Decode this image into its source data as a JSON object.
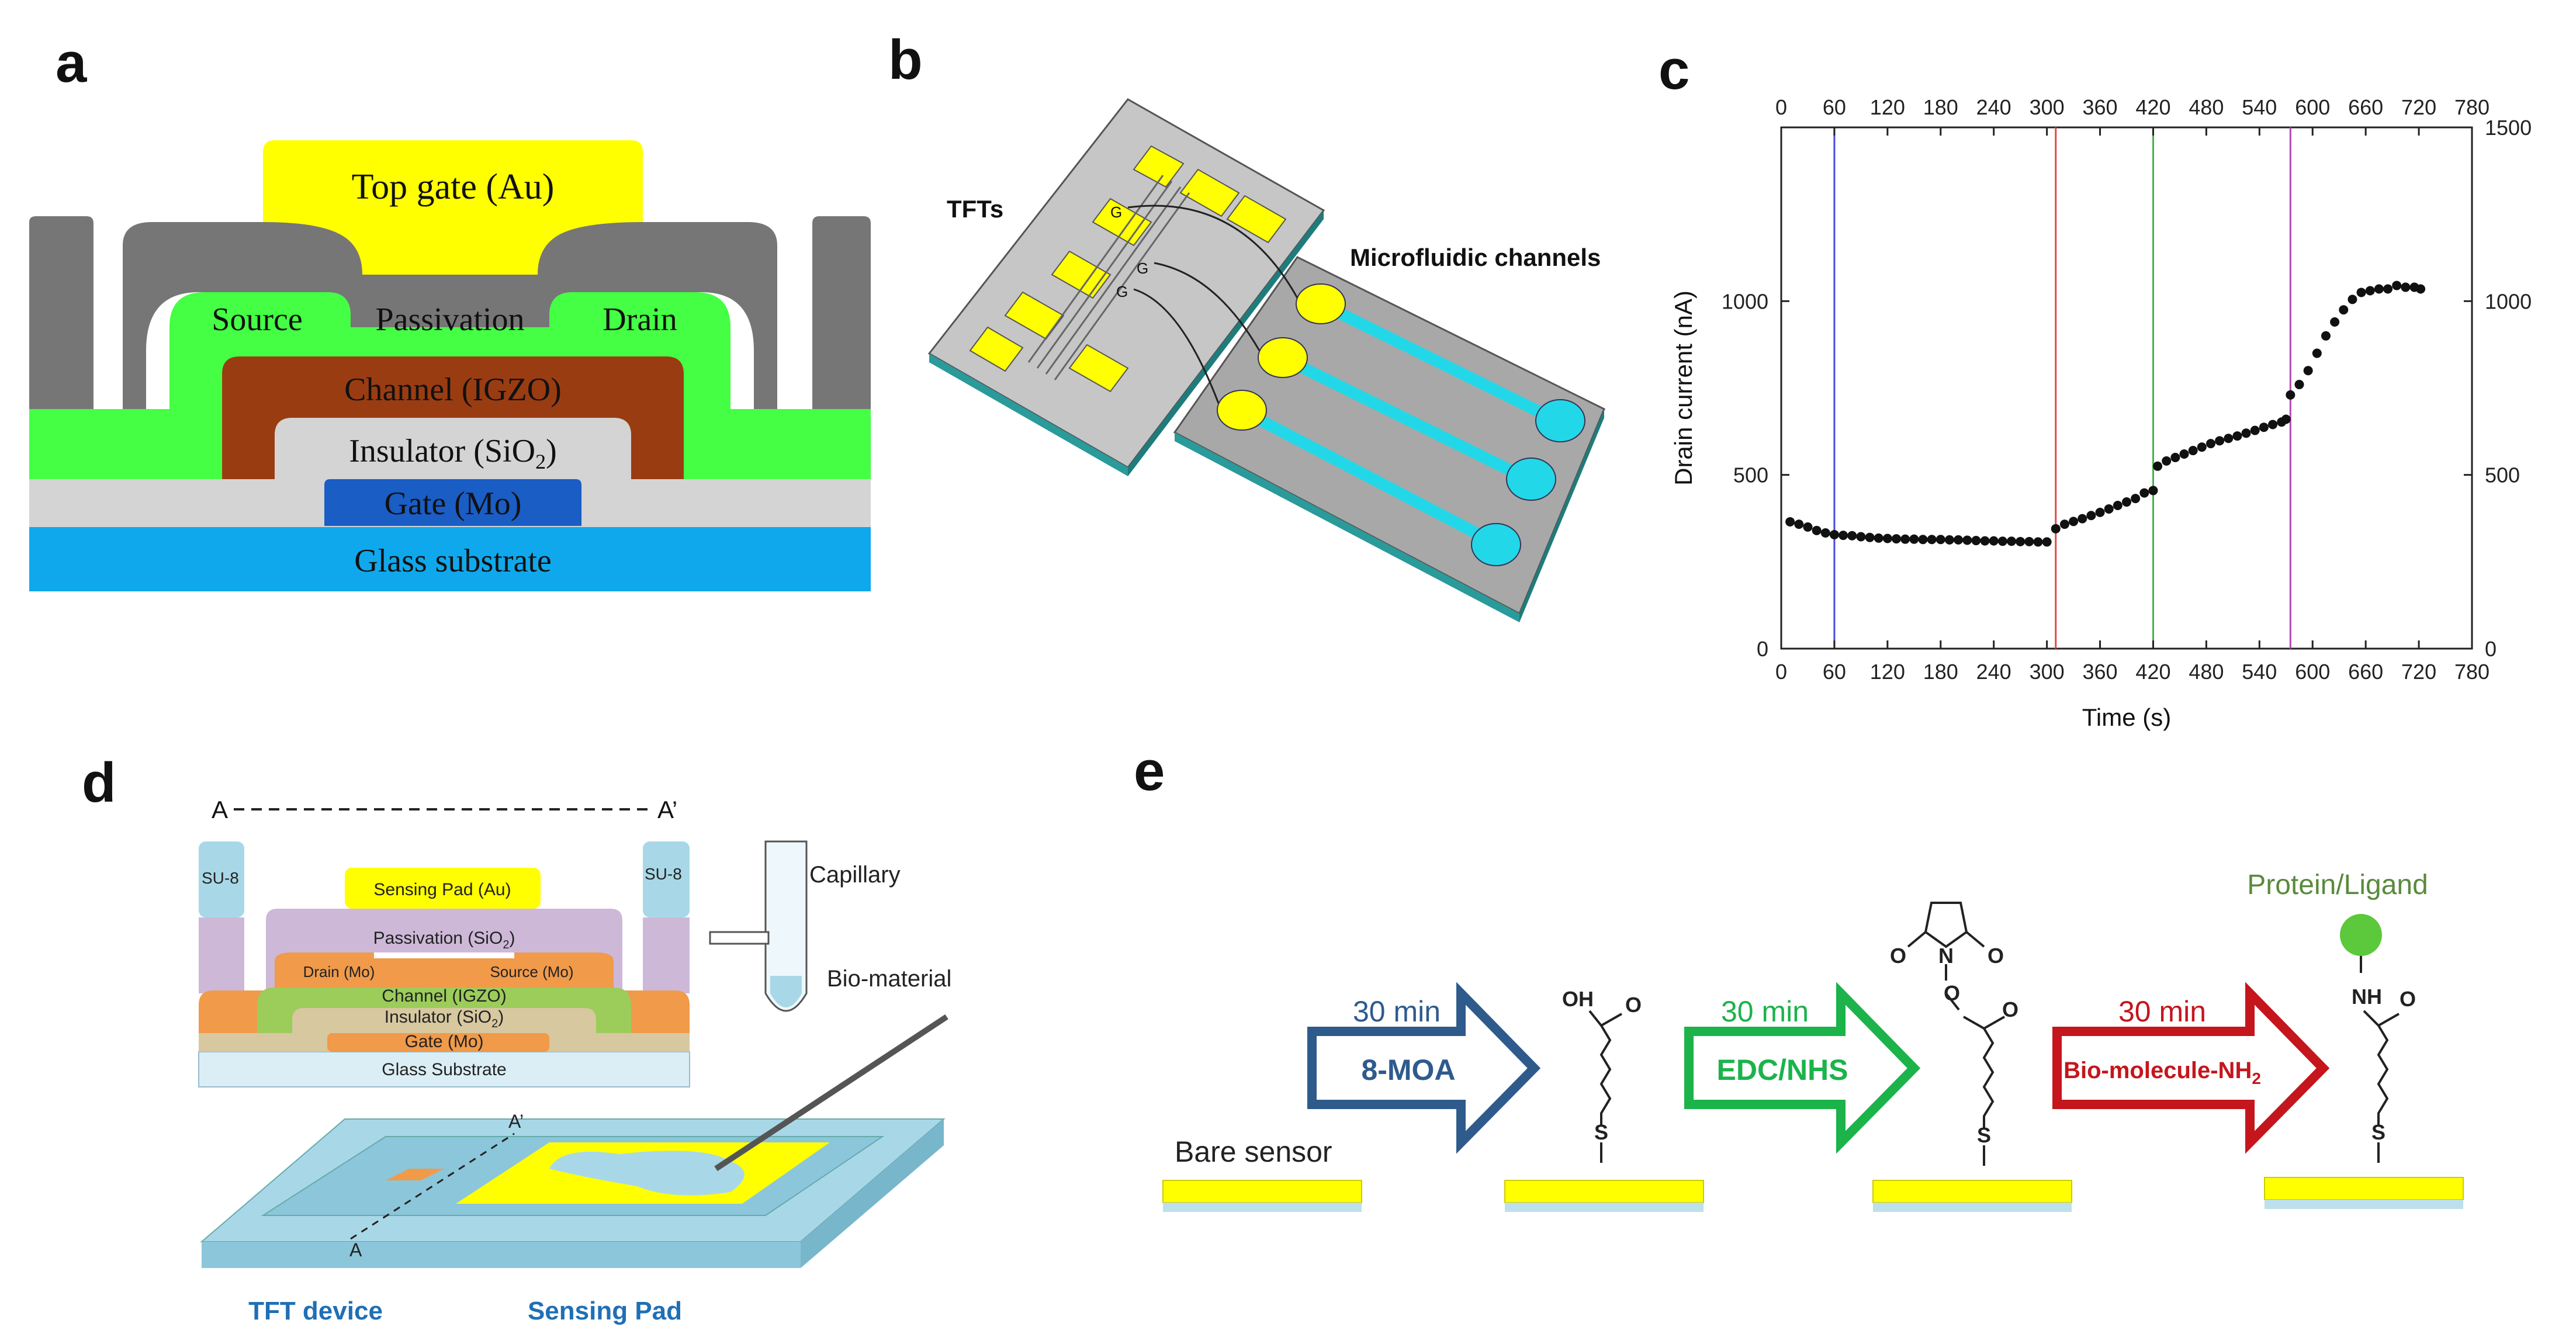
{
  "panels": {
    "a": {
      "label": "a",
      "layers": {
        "top_gate": "Top gate (Au)",
        "source": "Source",
        "passivation": "Passivation",
        "drain": "Drain",
        "channel": "Channel (IGZO)",
        "insulator": "Insulator (SiO",
        "insulator_sub": "2",
        "insulator_end": ")",
        "gate": "Gate (Mo)",
        "substrate": "Glass substrate"
      }
    },
    "b": {
      "label": "b",
      "tfts_label": "TFTs",
      "microfluidic_label": "Microfluidic channels",
      "g_label": "G"
    },
    "c": {
      "label": "c"
    },
    "d": {
      "label": "d",
      "a_left": "A",
      "a_right": "A’",
      "su8": "SU-8",
      "sensing_pad_au": "Sensing Pad (Au)",
      "passivation": "Passivation (SiO",
      "passivation_sub": "2",
      "passivation_end": ")",
      "drain": "Drain (Mo)",
      "source": "Source (Mo)",
      "channel": "Channel (IGZO)",
      "insulator": "Insulator (SiO",
      "insulator_sub": "2",
      "insulator_end": ")",
      "gate": "Gate (Mo)",
      "glass": "Glass Substrate",
      "capillary": "Capillary",
      "biomaterial": "Bio-material",
      "a_prime_bottom": "A’",
      "a_bottom": "A",
      "tft_device": "TFT device",
      "sensing_pad": "Sensing Pad"
    },
    "e": {
      "label": "e",
      "bare_sensor": "Bare sensor",
      "step1_time": "30 min",
      "step1_reagent": "8-MOA",
      "step2_time": "30 min",
      "step2_reagent": "EDC/NHS",
      "step3_time": "30 min",
      "step3_reagent": "Bio-molecule-NH",
      "step3_sub": "2",
      "protein_ligand": "Protein/Ligand",
      "oh": "OH",
      "o": "O",
      "s": "S",
      "n": "N",
      "nh": "NH"
    }
  },
  "colors": {
    "yellow": "#ffff00",
    "gray": "#767676",
    "green": "#44ff44",
    "brown": "#9a3c12",
    "light_gray": "#d4d4d4",
    "blue": "#1a5dc4",
    "cyan": "#10a8ec",
    "aqua": "#22d8e8",
    "arrow_blue": "#2e5b8c",
    "arrow_green": "#1bb34a",
    "arrow_red": "#c4161c",
    "text_blue": "#1f6fb5",
    "text_green_ligand": "#5a8a3c"
  },
  "chart_data": {
    "type": "scatter",
    "title": "",
    "xlabel": "Time (s)",
    "ylabel": "Drain current (nA)",
    "xlim": [
      0,
      780
    ],
    "ylim": [
      0,
      1500
    ],
    "x_ticks": [
      0,
      60,
      120,
      180,
      240,
      300,
      360,
      420,
      480,
      540,
      600,
      660,
      720,
      780
    ],
    "y_ticks": [
      0,
      500,
      1000
    ],
    "right_y_ticks": [
      0,
      500,
      1000,
      1500
    ],
    "top_x_ticks": [
      0,
      60,
      120,
      180,
      240,
      300,
      360,
      420,
      480,
      540,
      600,
      660,
      720,
      780
    ],
    "vlines": [
      {
        "x": 60,
        "color": "#4a4ae0"
      },
      {
        "x": 310,
        "color": "#e04a4a"
      },
      {
        "x": 420,
        "color": "#4ab04a"
      },
      {
        "x": 575,
        "color": "#b04ab0"
      }
    ],
    "grid": false,
    "series": [
      {
        "points": [
          [
            10,
            365
          ],
          [
            20,
            358
          ],
          [
            30,
            350
          ],
          [
            40,
            340
          ],
          [
            50,
            333
          ],
          [
            60,
            328
          ],
          [
            70,
            326
          ],
          [
            80,
            325
          ],
          [
            90,
            322
          ],
          [
            100,
            320
          ],
          [
            110,
            318
          ],
          [
            120,
            317
          ],
          [
            130,
            316
          ],
          [
            140,
            315
          ],
          [
            150,
            315
          ],
          [
            160,
            314
          ],
          [
            170,
            314
          ],
          [
            180,
            314
          ],
          [
            190,
            313
          ],
          [
            200,
            313
          ],
          [
            210,
            312
          ],
          [
            220,
            311
          ],
          [
            230,
            310
          ],
          [
            240,
            310
          ],
          [
            250,
            309
          ],
          [
            260,
            309
          ],
          [
            270,
            308
          ],
          [
            280,
            308
          ],
          [
            290,
            307
          ],
          [
            300,
            307
          ],
          [
            310,
            345
          ],
          [
            320,
            358
          ],
          [
            330,
            366
          ],
          [
            340,
            374
          ],
          [
            350,
            383
          ],
          [
            360,
            392
          ],
          [
            370,
            402
          ],
          [
            380,
            412
          ],
          [
            390,
            422
          ],
          [
            400,
            432
          ],
          [
            410,
            448
          ],
          [
            420,
            455
          ],
          [
            425,
            525
          ],
          [
            435,
            540
          ],
          [
            445,
            550
          ],
          [
            455,
            560
          ],
          [
            465,
            570
          ],
          [
            475,
            580
          ],
          [
            485,
            590
          ],
          [
            495,
            598
          ],
          [
            505,
            605
          ],
          [
            515,
            612
          ],
          [
            525,
            620
          ],
          [
            535,
            628
          ],
          [
            545,
            637
          ],
          [
            555,
            645
          ],
          [
            565,
            652
          ],
          [
            570,
            660
          ],
          [
            575,
            730
          ],
          [
            585,
            760
          ],
          [
            595,
            800
          ],
          [
            605,
            850
          ],
          [
            615,
            900
          ],
          [
            625,
            940
          ],
          [
            635,
            975
          ],
          [
            645,
            1005
          ],
          [
            655,
            1025
          ],
          [
            665,
            1030
          ],
          [
            675,
            1035
          ],
          [
            685,
            1035
          ],
          [
            695,
            1045
          ],
          [
            705,
            1040
          ],
          [
            715,
            1040
          ],
          [
            722,
            1035
          ]
        ]
      }
    ]
  }
}
